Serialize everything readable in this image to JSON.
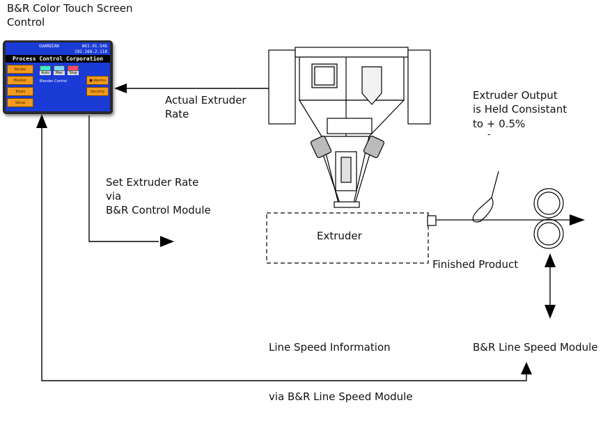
{
  "labels": {
    "touch_screen_title": "B&R Color Touch Screen Control",
    "actual_rate": "Actual Extruder Rate",
    "set_rate_1": "Set Extruder Rate",
    "set_rate_2": "via",
    "set_rate_3": "B&R Control Module",
    "output_1": "Extruder Output",
    "output_2": "is Held Consistant",
    "output_3": "to + 0.5%",
    "output_minus": "-",
    "extruder": "Extruder",
    "finished_product": "Finished Product",
    "line_speed_info": "Line Speed Information",
    "line_speed_module": "B&R Line Speed Module",
    "via_line_speed": "via B&R Line Speed Module"
  },
  "touch_screen": {
    "system_name": "GUARDIAN",
    "version": "WX1.01.54b",
    "ip": "192.168.2.118",
    "header": "Process Control Corporation",
    "menu": [
      "Recipe",
      "Monitor",
      "Totals",
      "Setup"
    ],
    "blender_buttons": [
      {
        "label": "Auto",
        "color": "#3ee8c8"
      },
      {
        "label": "Man",
        "color": "#7fd8ff"
      },
      {
        "label": "Stop",
        "color": "#ff4a6a"
      }
    ],
    "blender_label": "Blender Control",
    "side_buttons": [
      "Alarms",
      "Security"
    ]
  },
  "colors": {
    "line": "#000000",
    "screen_blue": "#1a3bd6",
    "button_orange": "#f39a1c"
  }
}
